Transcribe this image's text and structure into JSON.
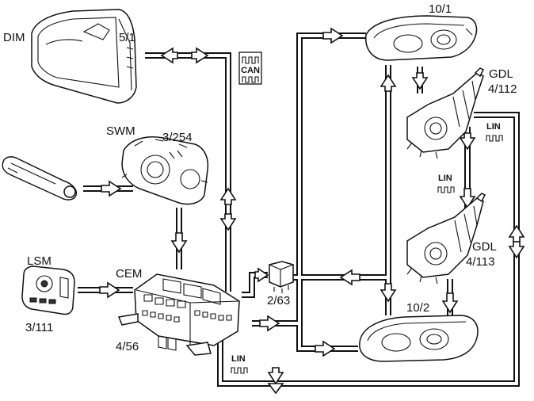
{
  "diagram": {
    "modules": {
      "dim": {
        "name": "DIM",
        "ref": "5/1"
      },
      "swm": {
        "name": "SWM",
        "ref": "3/254"
      },
      "lsm": {
        "name": "LSM",
        "ref": "3/111"
      },
      "cem": {
        "name": "CEM",
        "ref": "4/56"
      },
      "relay": {
        "ref": "2/63"
      },
      "headlamp_upper": {
        "ref": "10/1"
      },
      "headlamp_lower": {
        "ref": "10/2"
      },
      "gdl_upper": {
        "name": "GDL",
        "ref": "4/112"
      },
      "gdl_lower": {
        "name": "GDL",
        "ref": "4/113"
      }
    },
    "bus_badges": {
      "can": "CAN",
      "lin_upper": "LIN",
      "lin_middle": "LIN",
      "lin_lower": "LIN"
    }
  }
}
